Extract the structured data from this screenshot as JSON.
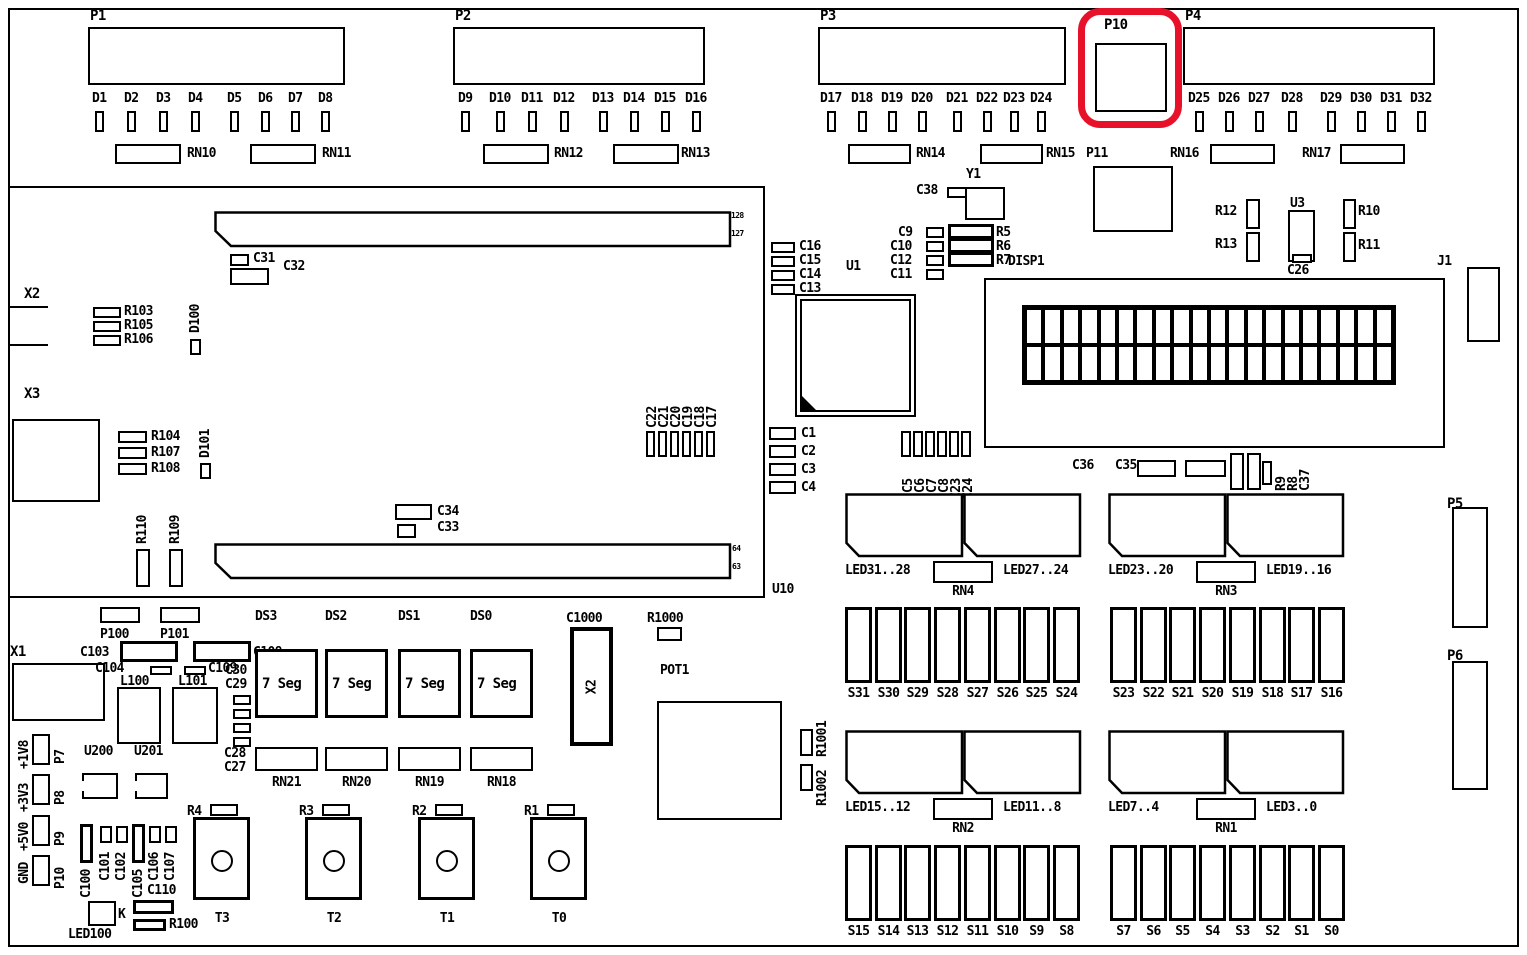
{
  "colors": {
    "silkscreen": "#000000",
    "background": "#ffffff",
    "highlight": "#e8112a"
  },
  "labels": {
    "P1": "P1",
    "P2": "P2",
    "P3": "P3",
    "P4": "P4",
    "P5": "P5",
    "P6": "P6",
    "P10": "P10",
    "P11": "P11",
    "P100": "P100",
    "P101": "P101",
    "RN10": "RN10",
    "RN11": "RN11",
    "RN12": "RN12",
    "RN13": "RN13",
    "RN14": "RN14",
    "RN15": "RN15",
    "RN16": "RN16",
    "RN17": "RN17",
    "Y1": "Y1",
    "C38": "C38",
    "R12": "R12",
    "R13": "R13",
    "U3": "U3",
    "C26": "C26",
    "R10": "R10",
    "R11": "R11",
    "J1": "J1",
    "DISP1": "DISP1",
    "C36": "C36",
    "C35": "C35",
    "R9": "R9",
    "R8": "R8",
    "C37": "C37",
    "X1": "X1",
    "X2": "X2",
    "X3": "X3",
    "X2_c1000": "X2",
    "R103": "R103",
    "R105": "R105",
    "R106": "R106",
    "D100": "D100",
    "C31": "C31",
    "C32": "C32",
    "R104": "R104",
    "R107": "R107",
    "R108": "R108",
    "D101": "D101",
    "R110": "R110",
    "R109": "R109",
    "C34": "C34",
    "C33": "C33",
    "C22": "C22",
    "C21": "C21",
    "C20": "C20",
    "C19": "C19",
    "C18": "C18",
    "C17": "C17",
    "C16": "C16",
    "C15": "C15",
    "C14": "C14",
    "C13": "C13",
    "U1": "U1",
    "C1": "C1",
    "C2": "C2",
    "C3": "C3",
    "C4": "C4",
    "C5": "C5",
    "C6": "C6",
    "C7": "C7",
    "C8": "C8",
    "C23": "C23",
    "C24": "C24",
    "C9": "C9",
    "C10": "C10",
    "C12": "C12",
    "C11": "C11",
    "R5": "R5",
    "R6": "R6",
    "R7": "R7",
    "U10": "U10",
    "C103": "C103",
    "C108": "C108",
    "C104": "C104",
    "C109": "C109",
    "L100": "L100",
    "L101": "L101",
    "U200": "U200",
    "U201": "U201",
    "plus1v8": "+1V8",
    "P7": "P7",
    "plus3v3": "+3V3",
    "P8": "P8",
    "plus5v0": "+5V0",
    "P9": "P9",
    "gnd": "GND",
    "P10pwr": "P10",
    "C100": "C100",
    "C101": "C101",
    "C102": "C102",
    "C105": "C105",
    "C106": "C106",
    "C107": "C107",
    "C110": "C110",
    "LED100": "LED100",
    "K": "K",
    "R100": "R100",
    "C30": "C30",
    "C29": "C29",
    "C28": "C28",
    "C27": "C27",
    "C1000": "C1000",
    "R1000": "R1000",
    "POT1": "POT1",
    "R1001": "R1001",
    "R1002": "R1002"
  },
  "connector_pins": {
    "top": [
      "128",
      "127"
    ],
    "bottom": [
      "64",
      "63"
    ]
  },
  "diode_banks": [
    [
      "D1",
      "D2",
      "D3",
      "D4",
      "D5",
      "D6",
      "D7",
      "D8"
    ],
    [
      "D9",
      "D10",
      "D11",
      "D12",
      "D13",
      "D14",
      "D15",
      "D16"
    ],
    [
      "D17",
      "D18",
      "D19",
      "D20",
      "D21",
      "D22",
      "D23",
      "D24"
    ],
    [
      "D25",
      "D26",
      "D27",
      "D28",
      "D29",
      "D30",
      "D31",
      "D32"
    ]
  ],
  "switch_banks": [
    [
      "S31",
      "S30",
      "S29",
      "S28",
      "S27",
      "S26",
      "S25",
      "S24"
    ],
    [
      "S23",
      "S22",
      "S21",
      "S20",
      "S19",
      "S18",
      "S17",
      "S16"
    ],
    [
      "S15",
      "S14",
      "S13",
      "S12",
      "S11",
      "S10",
      "S9",
      "S8"
    ],
    [
      "S7",
      "S6",
      "S5",
      "S4",
      "S3",
      "S2",
      "S1",
      "S0"
    ]
  ],
  "led_blocks": [
    {
      "left": "LED31..28",
      "rn": "RN4",
      "right": "LED27..24"
    },
    {
      "left": "LED23..20",
      "rn": "RN3",
      "right": "LED19..16"
    },
    {
      "left": "LED15..12",
      "rn": "RN2",
      "right": "LED11..8"
    },
    {
      "left": "LED7..4",
      "rn": "RN1",
      "right": "LED3..0"
    }
  ],
  "seven_seg": {
    "displays": [
      "DS3",
      "DS2",
      "DS1",
      "DS0"
    ],
    "segment_text": "7 Seg",
    "rns": [
      "RN21",
      "RN20",
      "RN19",
      "RN18"
    ]
  },
  "buttons": [
    {
      "resistor": "R4",
      "button": "T3"
    },
    {
      "resistor": "R3",
      "button": "T2"
    },
    {
      "resistor": "R2",
      "button": "T1"
    },
    {
      "resistor": "R1",
      "button": "T0"
    }
  ],
  "display": {
    "columns": 20,
    "rows": 2
  }
}
